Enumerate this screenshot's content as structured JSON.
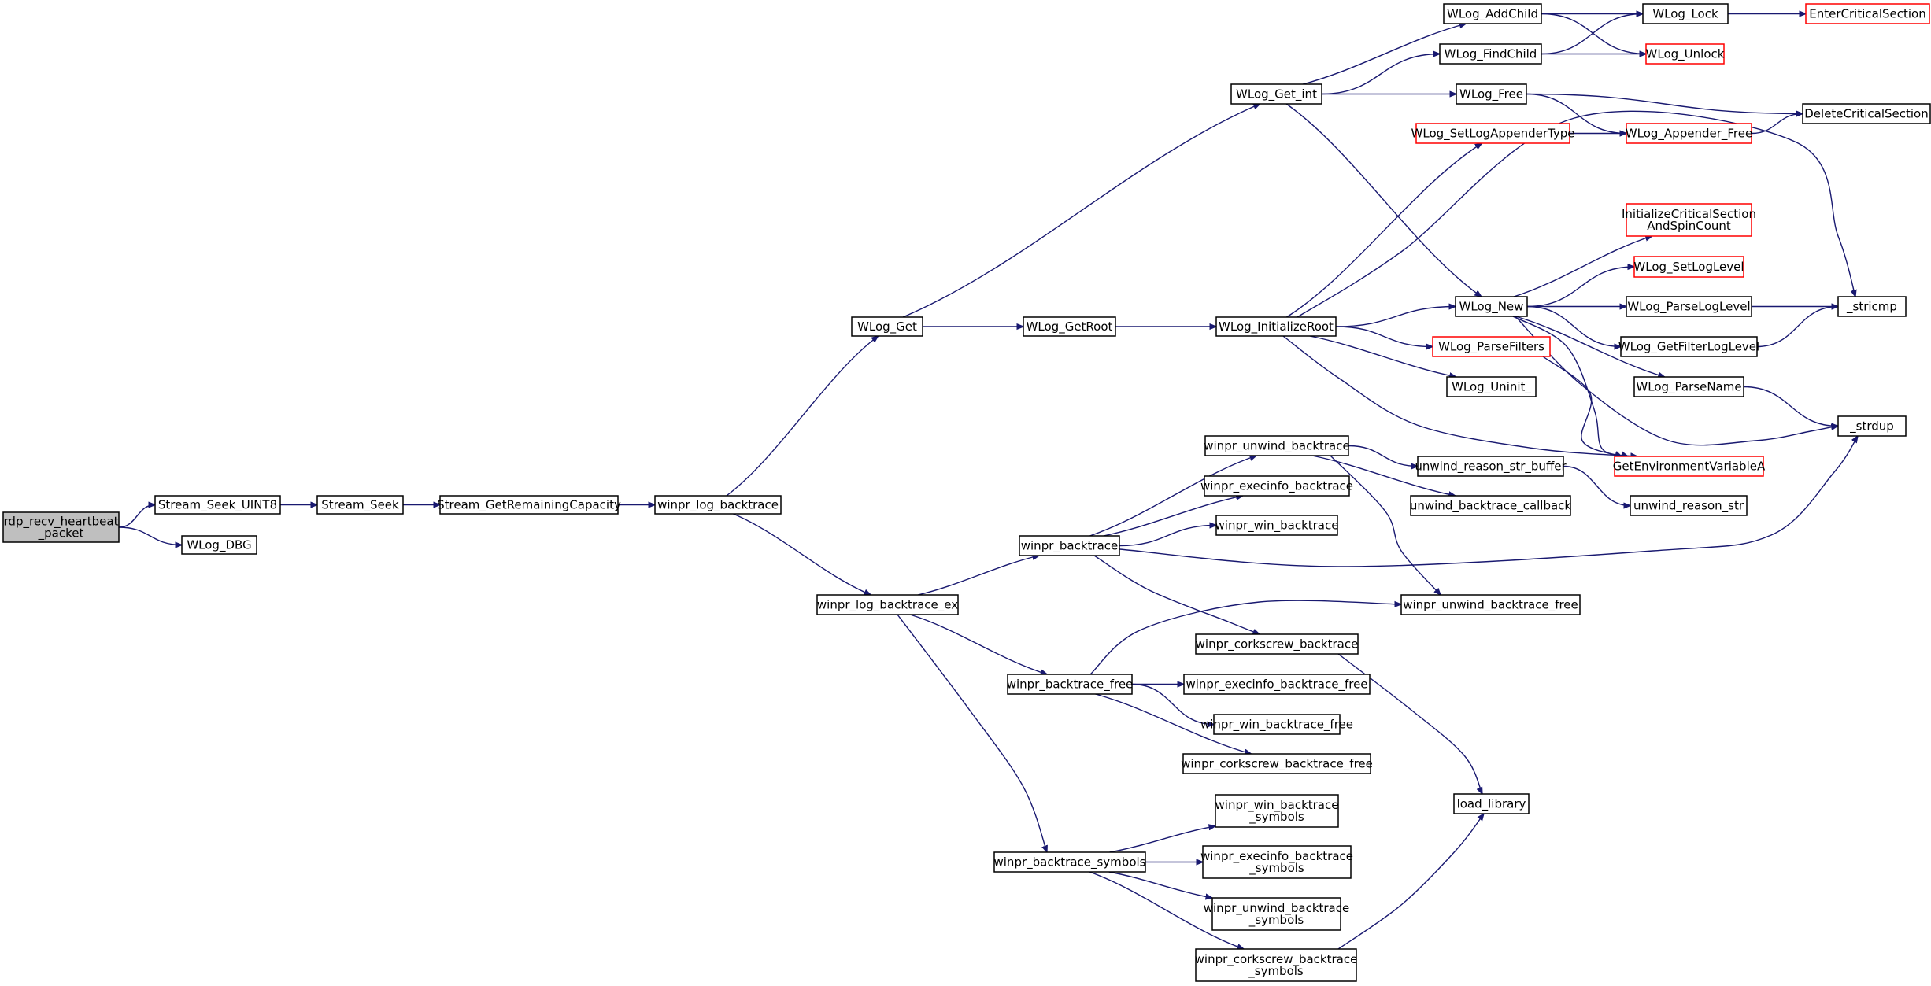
{
  "graph": {
    "nodes": [
      {
        "id": "root",
        "lines": [
          "rdp_recv_heartbeat",
          "_packet"
        ],
        "style": "root"
      },
      {
        "id": "seekuint8",
        "lines": [
          "Stream_Seek_UINT8"
        ],
        "style": "normal"
      },
      {
        "id": "wlogdbg",
        "lines": [
          "WLog_DBG"
        ],
        "style": "normal"
      },
      {
        "id": "seek",
        "lines": [
          "Stream_Seek"
        ],
        "style": "normal"
      },
      {
        "id": "remcap",
        "lines": [
          "Stream_GetRemainingCapacity"
        ],
        "style": "normal"
      },
      {
        "id": "logbt",
        "lines": [
          "winpr_log_backtrace"
        ],
        "style": "normal"
      },
      {
        "id": "wlogget",
        "lines": [
          "WLog_Get"
        ],
        "style": "normal"
      },
      {
        "id": "logbtex",
        "lines": [
          "winpr_log_backtrace_ex"
        ],
        "style": "normal"
      },
      {
        "id": "getint",
        "lines": [
          "WLog_Get_int"
        ],
        "style": "normal"
      },
      {
        "id": "getroot",
        "lines": [
          "WLog_GetRoot"
        ],
        "style": "normal"
      },
      {
        "id": "initroot",
        "lines": [
          "WLog_InitializeRoot"
        ],
        "style": "normal"
      },
      {
        "id": "addchild",
        "lines": [
          "WLog_AddChild"
        ],
        "style": "normal"
      },
      {
        "id": "findchild",
        "lines": [
          "WLog_FindChild"
        ],
        "style": "normal"
      },
      {
        "id": "wfree",
        "lines": [
          "WLog_Free"
        ],
        "style": "normal"
      },
      {
        "id": "setapp",
        "lines": [
          "WLog_SetLogAppenderType"
        ],
        "style": "red"
      },
      {
        "id": "wnew",
        "lines": [
          "WLog_New"
        ],
        "style": "normal"
      },
      {
        "id": "parsefilters",
        "lines": [
          "WLog_ParseFilters"
        ],
        "style": "red"
      },
      {
        "id": "uninit",
        "lines": [
          "WLog_Uninit_"
        ],
        "style": "normal"
      },
      {
        "id": "wlock",
        "lines": [
          "WLog_Lock"
        ],
        "style": "normal"
      },
      {
        "id": "wunlock",
        "lines": [
          "WLog_Unlock"
        ],
        "style": "red"
      },
      {
        "id": "enter",
        "lines": [
          "EnterCriticalSection"
        ],
        "style": "red"
      },
      {
        "id": "appfree",
        "lines": [
          "WLog_Appender_Free"
        ],
        "style": "red"
      },
      {
        "id": "delcs",
        "lines": [
          "DeleteCriticalSection"
        ],
        "style": "normal"
      },
      {
        "id": "initcs",
        "lines": [
          "InitializeCriticalSection",
          "AndSpinCount"
        ],
        "style": "red"
      },
      {
        "id": "setlevel",
        "lines": [
          "WLog_SetLogLevel"
        ],
        "style": "red"
      },
      {
        "id": "parselevel",
        "lines": [
          "WLog_ParseLogLevel"
        ],
        "style": "normal"
      },
      {
        "id": "getfilter",
        "lines": [
          "WLog_GetFilterLogLevel"
        ],
        "style": "normal"
      },
      {
        "id": "parsename",
        "lines": [
          "WLog_ParseName"
        ],
        "style": "normal"
      },
      {
        "id": "stricmp",
        "lines": [
          "_stricmp"
        ],
        "style": "normal"
      },
      {
        "id": "strdup",
        "lines": [
          "_strdup"
        ],
        "style": "normal"
      },
      {
        "id": "getenv",
        "lines": [
          "GetEnvironmentVariableA"
        ],
        "style": "red"
      },
      {
        "id": "unwindbt",
        "lines": [
          "winpr_unwind_backtrace"
        ],
        "style": "normal"
      },
      {
        "id": "execbt",
        "lines": [
          "winpr_execinfo_backtrace"
        ],
        "style": "normal"
      },
      {
        "id": "winbt",
        "lines": [
          "winpr_win_backtrace"
        ],
        "style": "normal"
      },
      {
        "id": "bt",
        "lines": [
          "winpr_backtrace"
        ],
        "style": "normal"
      },
      {
        "id": "unwindbuf",
        "lines": [
          "unwind_reason_str_buffer"
        ],
        "style": "normal"
      },
      {
        "id": "unwindcb",
        "lines": [
          "unwind_backtrace_callback"
        ],
        "style": "normal"
      },
      {
        "id": "unwindreason",
        "lines": [
          "unwind_reason_str"
        ],
        "style": "normal"
      },
      {
        "id": "unwindfree",
        "lines": [
          "winpr_unwind_backtrace_free"
        ],
        "style": "normal"
      },
      {
        "id": "corkbt",
        "lines": [
          "winpr_corkscrew_backtrace"
        ],
        "style": "normal"
      },
      {
        "id": "btfree",
        "lines": [
          "winpr_backtrace_free"
        ],
        "style": "normal"
      },
      {
        "id": "execfree",
        "lines": [
          "winpr_execinfo_backtrace_free"
        ],
        "style": "normal"
      },
      {
        "id": "winfree",
        "lines": [
          "winpr_win_backtrace_free"
        ],
        "style": "normal"
      },
      {
        "id": "corkfree",
        "lines": [
          "winpr_corkscrew_backtrace_free"
        ],
        "style": "normal"
      },
      {
        "id": "loadlib",
        "lines": [
          "load_library"
        ],
        "style": "normal"
      },
      {
        "id": "winsym",
        "lines": [
          "winpr_win_backtrace",
          "_symbols"
        ],
        "style": "normal"
      },
      {
        "id": "execsym",
        "lines": [
          "winpr_execinfo_backtrace",
          "_symbols"
        ],
        "style": "normal"
      },
      {
        "id": "unwindsym",
        "lines": [
          "winpr_unwind_backtrace",
          "_symbols"
        ],
        "style": "normal"
      },
      {
        "id": "corksym",
        "lines": [
          "winpr_corkscrew_backtrace",
          "_symbols"
        ],
        "style": "normal"
      },
      {
        "id": "btsym",
        "lines": [
          "winpr_backtrace_symbols"
        ],
        "style": "normal"
      }
    ],
    "edges": [
      [
        "root",
        "seekuint8"
      ],
      [
        "root",
        "wlogdbg"
      ],
      [
        "seekuint8",
        "seek"
      ],
      [
        "seek",
        "remcap"
      ],
      [
        "remcap",
        "logbt"
      ],
      [
        "logbt",
        "wlogget"
      ],
      [
        "logbt",
        "logbtex"
      ],
      [
        "wlogget",
        "getint"
      ],
      [
        "wlogget",
        "getroot"
      ],
      [
        "getroot",
        "initroot"
      ],
      [
        "getint",
        "addchild"
      ],
      [
        "getint",
        "findchild"
      ],
      [
        "getint",
        "wfree"
      ],
      [
        "getint",
        "wnew"
      ],
      [
        "addchild",
        "wlock"
      ],
      [
        "addchild",
        "wunlock"
      ],
      [
        "findchild",
        "wlock"
      ],
      [
        "findchild",
        "wunlock"
      ],
      [
        "wlock",
        "enter"
      ],
      [
        "wfree",
        "delcs"
      ],
      [
        "wfree",
        "appfree"
      ],
      [
        "setapp",
        "appfree"
      ],
      [
        "appfree",
        "delcs"
      ],
      [
        "initroot",
        "setapp"
      ],
      [
        "initroot",
        "stricmp"
      ],
      [
        "initroot",
        "wnew"
      ],
      [
        "initroot",
        "parsefilters"
      ],
      [
        "initroot",
        "uninit"
      ],
      [
        "initroot",
        "getenv"
      ],
      [
        "wnew",
        "initcs"
      ],
      [
        "wnew",
        "setlevel"
      ],
      [
        "wnew",
        "parselevel"
      ],
      [
        "wnew",
        "getfilter"
      ],
      [
        "wnew",
        "parsename"
      ],
      [
        "wnew",
        "strdup"
      ],
      [
        "wnew",
        "getenv"
      ],
      [
        "parselevel",
        "stricmp"
      ],
      [
        "getfilter",
        "stricmp"
      ],
      [
        "parsename",
        "strdup"
      ],
      [
        "parsefilters",
        "getenv"
      ],
      [
        "logbtex",
        "bt"
      ],
      [
        "logbtex",
        "btfree"
      ],
      [
        "logbtex",
        "btsym"
      ],
      [
        "bt",
        "unwindbt"
      ],
      [
        "bt",
        "execbt"
      ],
      [
        "bt",
        "winbt"
      ],
      [
        "bt",
        "corkbt"
      ],
      [
        "bt",
        "strdup"
      ],
      [
        "unwindbt",
        "unwindbuf"
      ],
      [
        "unwindbt",
        "unwindcb"
      ],
      [
        "unwindbt",
        "unwindfree"
      ],
      [
        "unwindbuf",
        "unwindreason"
      ],
      [
        "corkbt",
        "loadlib"
      ],
      [
        "btfree",
        "unwindfree"
      ],
      [
        "btfree",
        "execfree"
      ],
      [
        "btfree",
        "winfree"
      ],
      [
        "btfree",
        "corkfree"
      ],
      [
        "btsym",
        "winsym"
      ],
      [
        "btsym",
        "execsym"
      ],
      [
        "btsym",
        "unwindsym"
      ],
      [
        "btsym",
        "corksym"
      ],
      [
        "corksym",
        "loadlib"
      ]
    ]
  }
}
